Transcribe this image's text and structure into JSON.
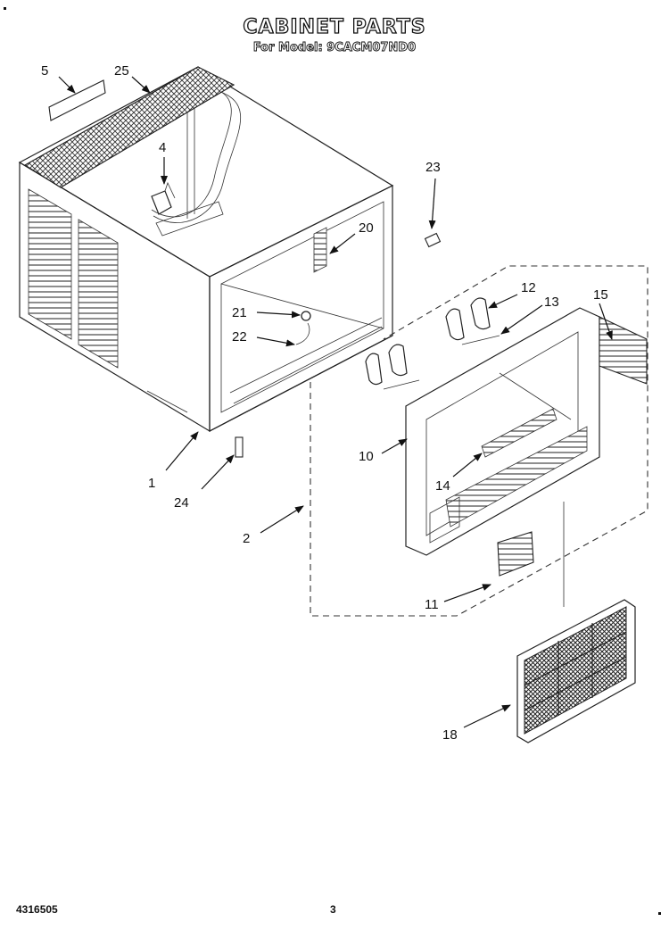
{
  "header": {
    "title": "CABINET PARTS",
    "subtitle": "For Model: 9CACM07ND0"
  },
  "footer": {
    "doc_number": "4316505",
    "page_number": "3"
  },
  "callouts": {
    "c1": "1",
    "c2": "2",
    "c4": "4",
    "c5": "5",
    "c10": "10",
    "c11": "11",
    "c12": "12",
    "c13": "13",
    "c14": "14",
    "c15": "15",
    "c18": "18",
    "c20": "20",
    "c21": "21",
    "c22": "22",
    "c23": "23",
    "c24": "24",
    "c25": "25"
  }
}
